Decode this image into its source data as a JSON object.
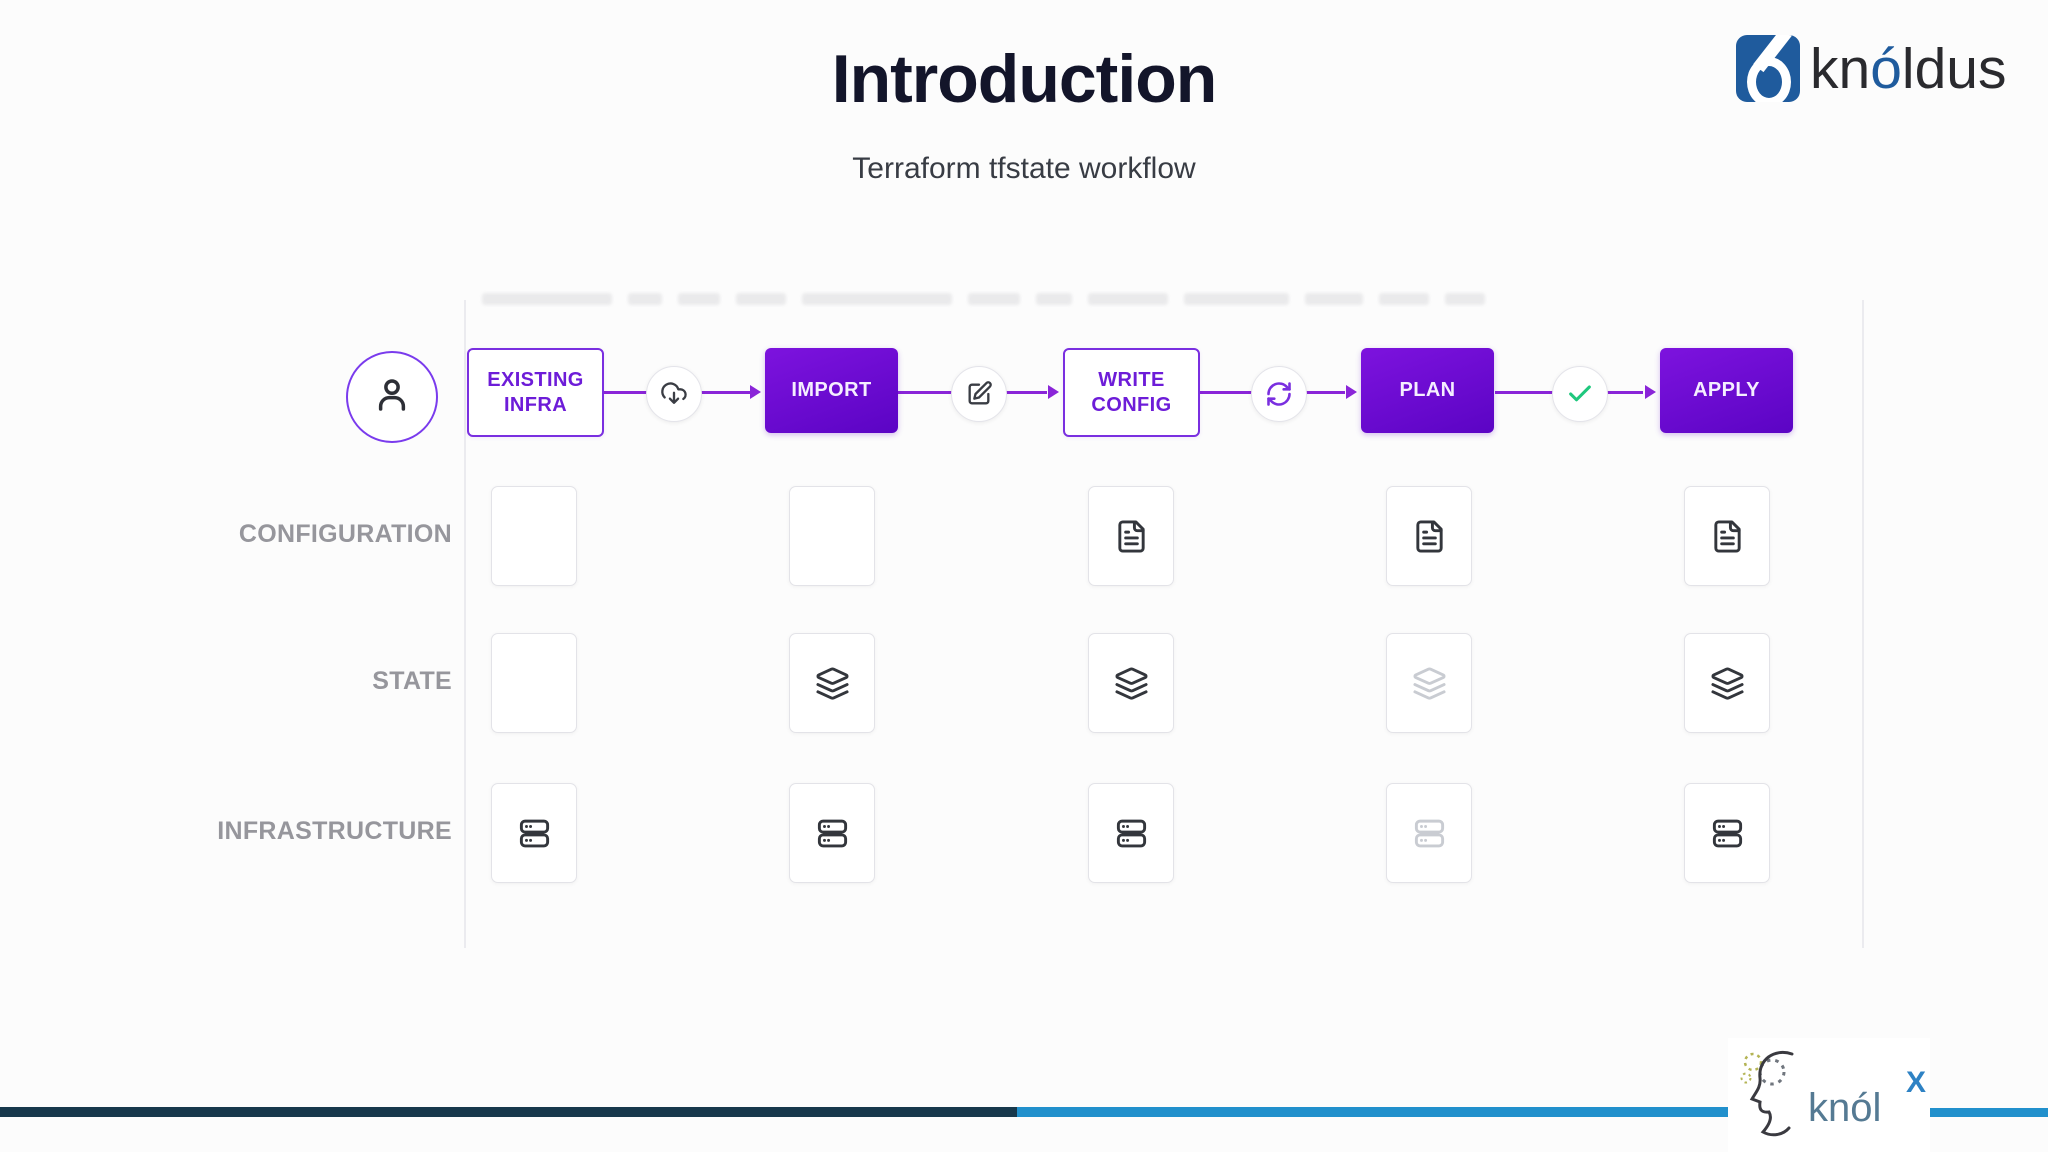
{
  "slide": {
    "title": "Introduction",
    "subtitle": "Terraform tfstate workflow"
  },
  "brand_logo": {
    "pre": "kn",
    "accent": "ó",
    "post": "ldus"
  },
  "workflow": {
    "actor_icon": "user-icon",
    "steps": [
      {
        "label": "EXISTING\nINFRA",
        "variant": "outline"
      },
      {
        "label": "IMPORT",
        "variant": "filled"
      },
      {
        "label": "WRITE\nCONFIG",
        "variant": "outline"
      },
      {
        "label": "PLAN",
        "variant": "filled"
      },
      {
        "label": "APPLY",
        "variant": "filled"
      }
    ],
    "connectors": [
      {
        "icon": "cloud-download-icon"
      },
      {
        "icon": "edit-icon"
      },
      {
        "icon": "refresh-icon"
      },
      {
        "icon": "check-icon"
      }
    ]
  },
  "matrix": {
    "rows": [
      {
        "label": "CONFIGURATION",
        "cells": [
          "empty",
          "empty",
          "file",
          "file",
          "file"
        ]
      },
      {
        "label": "STATE",
        "cells": [
          "empty",
          "layers",
          "layers",
          "layers-faded",
          "layers"
        ]
      },
      {
        "label": "INFRASTRUCTURE",
        "cells": [
          "server",
          "server",
          "server",
          "server-faded",
          "server"
        ]
      }
    ]
  },
  "footer_logo": {
    "text": "knól",
    "sup": "X"
  },
  "colors": {
    "accent_purple": "#6d0fd2",
    "outline_purple": "#7a2fe0",
    "check_green": "#1fc77d",
    "bar_dark": "#17384c",
    "bar_blue": "#2190cc",
    "knoldus_blue": "#1f5b9d"
  }
}
